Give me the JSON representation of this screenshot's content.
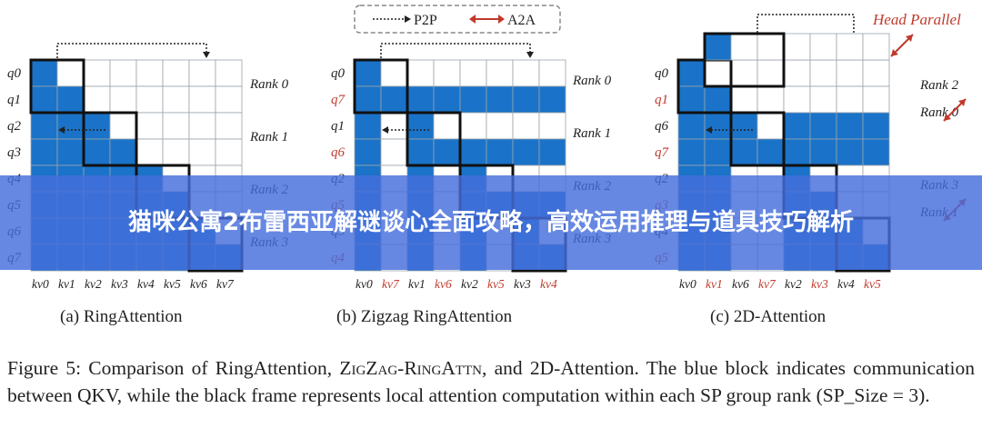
{
  "panels": [
    {
      "id": "a",
      "rows": [
        "q0",
        "q1",
        "q2",
        "q3",
        "q4",
        "q5",
        "q6",
        "q7"
      ],
      "cols": [
        "kv0",
        "kv1",
        "kv2",
        "kv3",
        "kv4",
        "kv5",
        "kv6",
        "kv7"
      ],
      "ranks": [
        "Rank 0",
        "Rank 1",
        "Rank 2",
        "Rank 3"
      ],
      "caption": "(a) RingAttention"
    },
    {
      "id": "b",
      "rows": [
        "q0",
        "q7",
        "q1",
        "q6",
        "q2",
        "q5",
        "q3",
        "q4"
      ],
      "cols": [
        "kv0",
        "kv7",
        "kv1",
        "kv6",
        "kv2",
        "kv5",
        "kv3",
        "kv4"
      ],
      "ranks": [
        "Rank 0",
        "Rank 1",
        "Rank 2",
        "Rank 3"
      ],
      "caption": "(b) Zigzag RingAttention"
    },
    {
      "id": "c",
      "rows": [
        "q0",
        "q1",
        "q6",
        "q7",
        "q2",
        "q3",
        "q4",
        "q5"
      ],
      "cols": [
        "kv0",
        "kv1",
        "kv6",
        "kv7",
        "kv2",
        "kv3",
        "kv4",
        "kv5"
      ],
      "ranks": [
        "Rank 2",
        "Rank 0",
        "Rank 3",
        "Rank 1"
      ],
      "caption": "(c) 2D-Attention"
    }
  ],
  "legend": {
    "p2p": "P2P",
    "a2a": "A2A"
  },
  "head_parallel": "Head Parallel",
  "caption": {
    "prefix": "Figure 5: Comparison of RingAttention, ",
    "smallcaps": "ZigZag-RingAttn",
    "suffix": ", and 2D-Attention. The blue block indicates communication between QKV, while the black frame represents local attention computation within each SP group rank (SP_Size = 3)."
  },
  "banner": {
    "title": "猫咪公寓2布雷西亚解谜谈心全面攻略，高效运用推理与道具技巧解析"
  },
  "colors": {
    "blue": "#1a73c8",
    "red": "#c0392b",
    "banner": "#466edc"
  }
}
